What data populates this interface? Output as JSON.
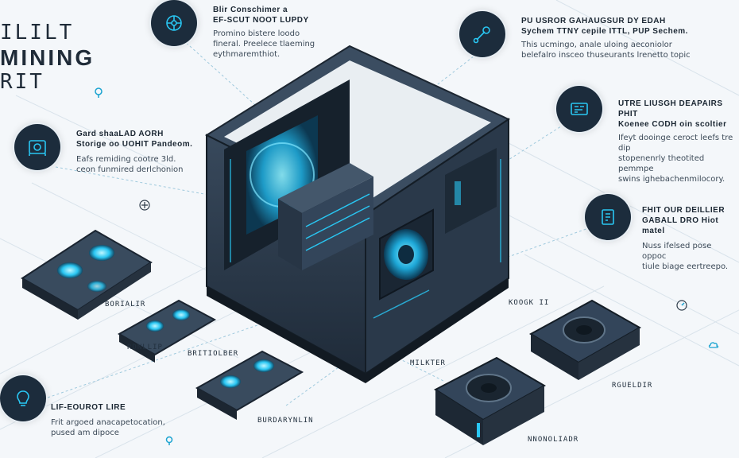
{
  "title": {
    "line1": "ILILT",
    "line2": "MINING",
    "line3": "RIT"
  },
  "callouts": {
    "top_center": {
      "head1": "Blir Conschimer a",
      "head2": "EF-SCUT NOOT LUPDY",
      "body1": "Promino bistere loodo",
      "body2": "fineral. Preelece tlaeming",
      "body3": "eythmaremthiot."
    },
    "top_right": {
      "head1": "PU USROR GAHAUGSUR DY EDAH",
      "head2": "Sychem TTNY cepile ITTL, PUP Sechem.",
      "body1": "This ucmingo, anale uloing aeconiolor",
      "body2": "belefalro insceo thuseurants lrenetto topic"
    },
    "mid_left": {
      "head1": "Gard shaaLAD AORH",
      "head2": "Storige oo UOHIT Pandeom.",
      "body1": "Eafs remiding cootre 3ld.",
      "body2": "ceon funmired derlchonion"
    },
    "mid_right": {
      "head1": "UTRE LIUSGH DEAPAIRS PHIT",
      "head2": "Koenee CODH oin scoltier",
      "body1": "Ifeyt dooinge ceroct leefs tre dip",
      "body2": "stopenenrly theotited pemmpe",
      "body3": "swins ighebachenmilocory."
    },
    "lower_right": {
      "head1": "FHIT OUR DEILLIER",
      "head2": "GABALL DRO Hiot matel",
      "body1": "Nuss ifelsed pose oppoc",
      "body2": "tiule biage eertreepo."
    },
    "bottom_left": {
      "head1": "LIF-EOUROT LIRE",
      "body1": "Frit argoed anacapetocation,",
      "body2": "pused am dipoce"
    }
  },
  "tags": {
    "t1": "BORIALIR",
    "t2": "RDNLLIP",
    "t3": "BRITIOLBER",
    "t4": "MILKTER",
    "t5": "BURDARYNLIN",
    "t6": "KOOGK II",
    "t7": "RGUELDIR",
    "t8": "NNONOLIADR"
  },
  "icons": {
    "badge1": "fan-icon",
    "badge2": "gpu-card-icon",
    "badge3": "wrench-icon",
    "badge4": "circuit-board-icon",
    "badge5": "power-supply-icon",
    "badge6": "lightbulb-icon"
  },
  "colors": {
    "accent": "#29c6f2",
    "frame": "#2b3a4c",
    "badge": "#1c2c3c",
    "background": "#f4f7fa"
  }
}
